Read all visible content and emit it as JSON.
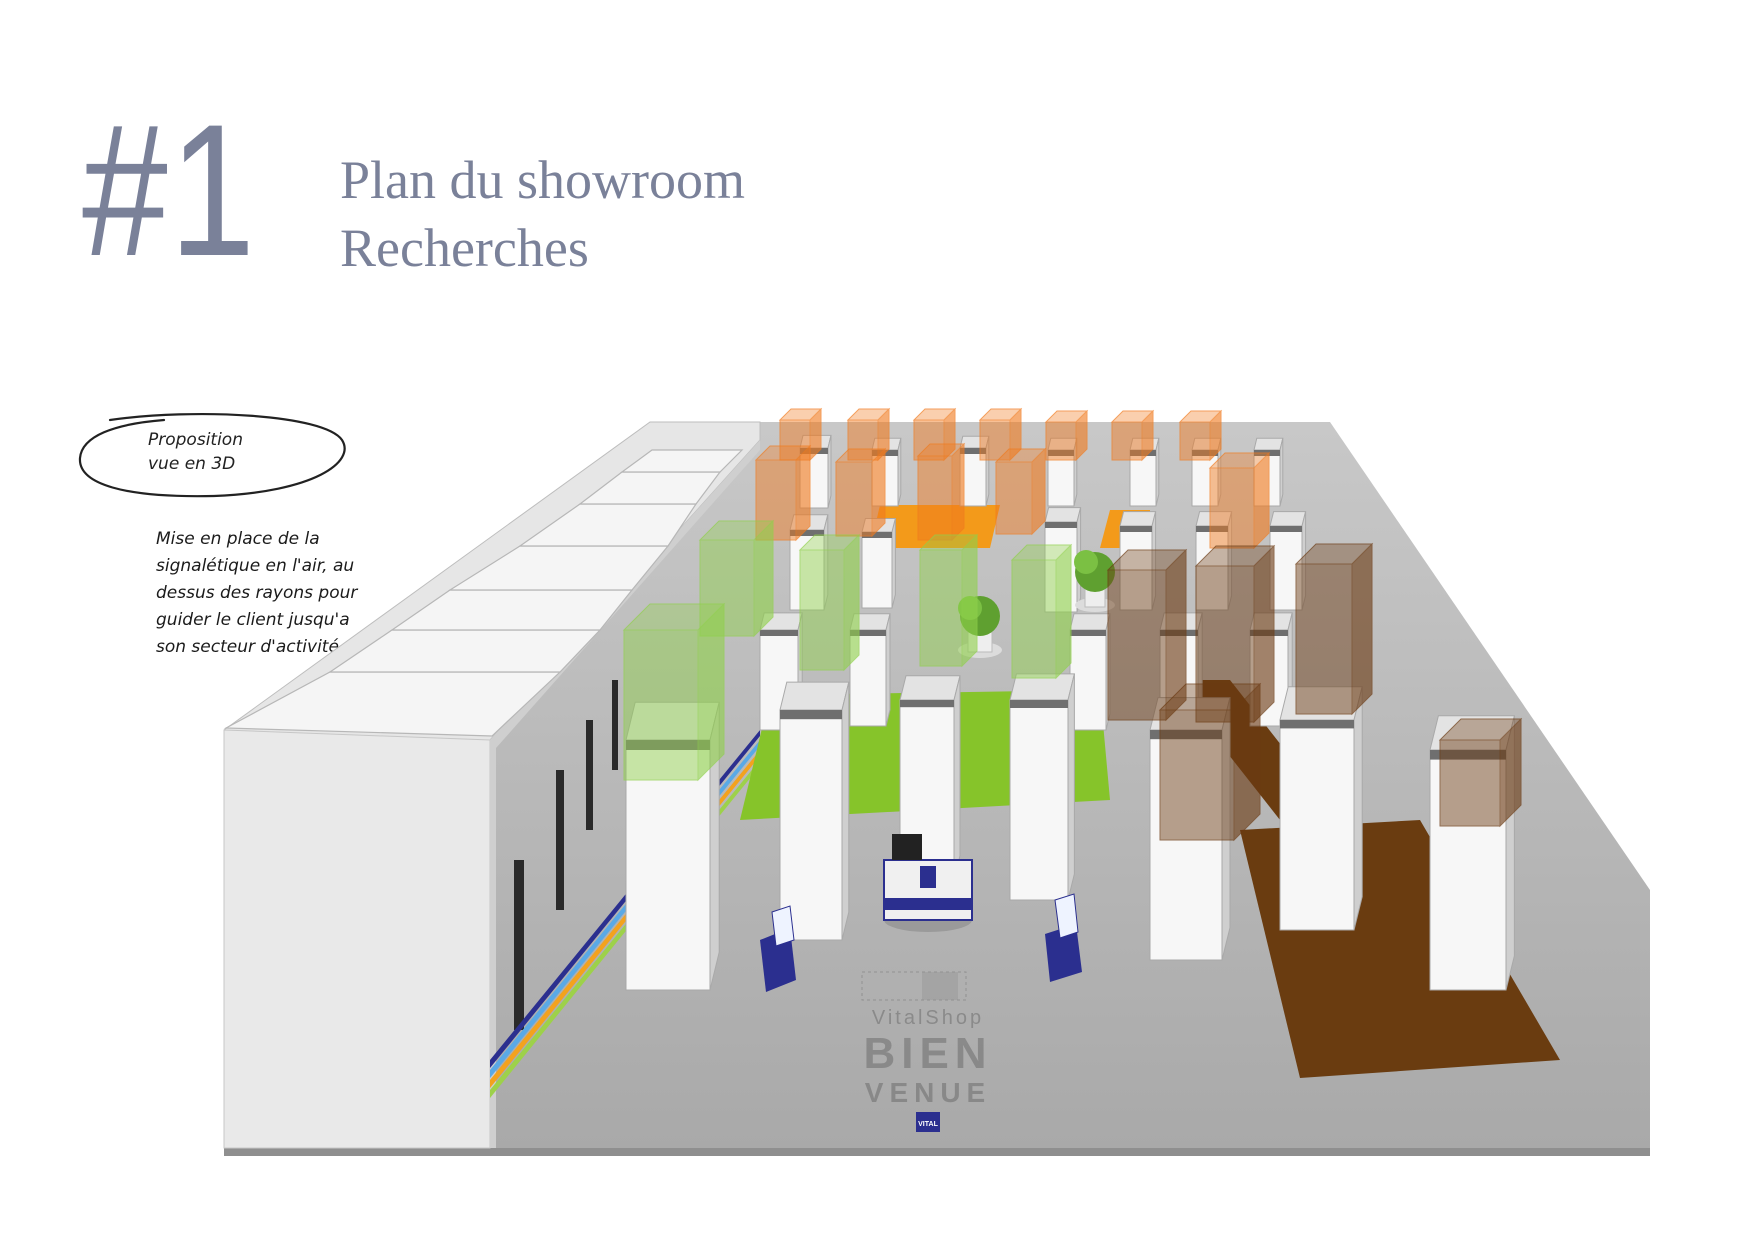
{
  "header": {
    "number": "#1",
    "title_line1": "Plan du showroom",
    "title_line2": "Recherches"
  },
  "callout": {
    "line1": "Proposition",
    "line2": "vue en 3D"
  },
  "note": {
    "lines": [
      "Mise en place de la",
      "signalétique en l'air, au",
      "dessus des rayons pour",
      "guider le client jusqu'a",
      "son secteur d'activité."
    ]
  },
  "floor": {
    "brand": "VitalShop",
    "welcome_line1": "BIEN",
    "welcome_line2": "VENUE",
    "logo": "VITAL"
  },
  "colors": {
    "title": "#7a8199",
    "floor": "#b8b8b8",
    "orange_sign": "#f07a1e",
    "green_sign": "#8fd04a",
    "brown_sign": "#6b3a12",
    "orange_floor": "#f39a1a",
    "green_floor": "#86c42a",
    "brown_floor": "#6a3c10",
    "brand_blue": "#2b2f8f"
  },
  "icons": [
    "plant-icon",
    "kiosk-icon",
    "brochure-stand-icon",
    "vital-logo-icon"
  ]
}
